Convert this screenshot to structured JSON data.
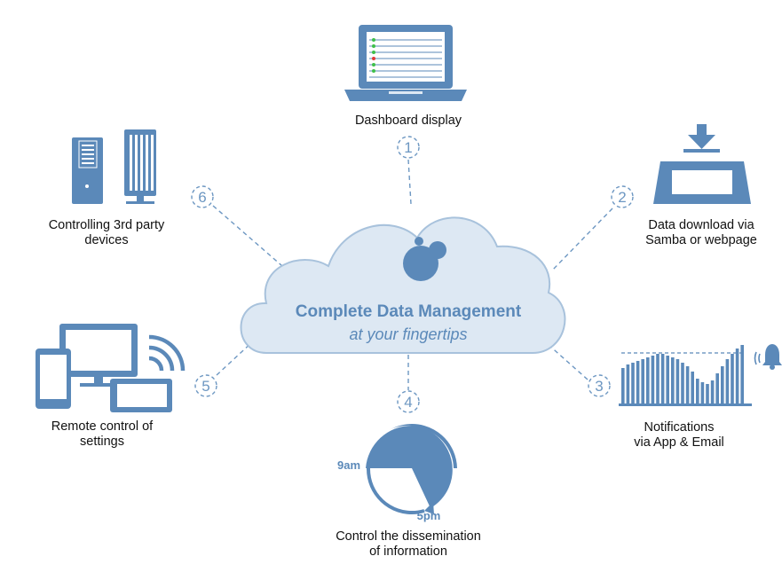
{
  "colors": {
    "primary": "#5b89b9",
    "light": "#dde8f3",
    "outline": "#a8c2dc",
    "dash": "#6d97c2",
    "green": "#3fbf4a",
    "red": "#e03a3a",
    "text": "#111111"
  },
  "center": {
    "title": "Complete Data Management",
    "subtitle": "at your fingertips"
  },
  "items": [
    {
      "number": "1",
      "label": "Dashboard display",
      "icon": "laptop-icon"
    },
    {
      "number": "2",
      "label_line1": "Data download via",
      "label_line2": "Samba or webpage",
      "icon": "download-tray-icon"
    },
    {
      "number": "3",
      "label_line1": "Notifications",
      "label_line2": "via App & Email",
      "icon": "bar-chart-bell-icon"
    },
    {
      "number": "4",
      "label_line1": "Control the dissemination",
      "label_line2": "of information",
      "icon": "clock-schedule-icon",
      "start_time": "9am",
      "end_time": "5pm"
    },
    {
      "number": "5",
      "label_line1": "Remote control of",
      "label_line2": "settings",
      "icon": "devices-wifi-icon"
    },
    {
      "number": "6",
      "label_line1": "Controlling 3rd party",
      "label_line2": "devices",
      "icon": "tower-devices-icon"
    }
  ]
}
